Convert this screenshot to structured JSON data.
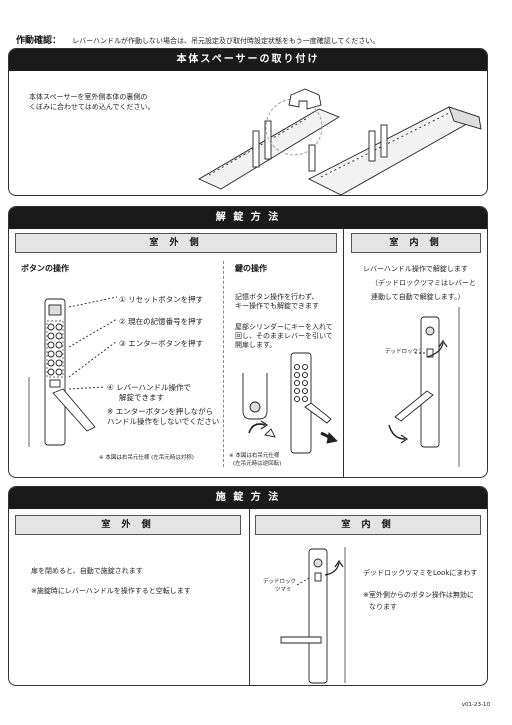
{
  "top": {
    "label": "作動確認：",
    "text": "レバーハンドルが作動しない場合は、吊元設定及び取付時設定状態をもう一度確認してください。"
  },
  "spacer": {
    "title": "本体スペーサーの取り付け",
    "instruction_line1": "本体スペーサーを室外側本体の裏側の",
    "instruction_line2": "くぼみに合わせてはめ込んでください。"
  },
  "unlock": {
    "title": "解 錠 方 法",
    "outdoor_tab": "室 外 側",
    "indoor_tab": "室 内 側",
    "button_op": {
      "heading": "ボタンの操作",
      "step1": "① リセットボタンを押す",
      "step2": "② 現在の記憶番号を押す",
      "step3": "③ エンターボタンを押す",
      "step4_line1": "④ レバーハンドル操作で",
      "step4_line2": "解錠できます",
      "note_line1": "※ エンターボタンを押しながら",
      "note_line2": "ハンドル操作をしないでください",
      "figure_note": "※ 本図は右吊元仕様 (左吊元時は対称)"
    },
    "key_op": {
      "heading": "鍵の操作",
      "p1_line1": "記憶ボタン操作を行わず、",
      "p1_line2": "キー操作でも解錠できます",
      "p2_line1": "屋部シリンダーにキーを入れて",
      "p2_line2": "回し、そのままレバーを引いて",
      "p2_line3": "開扉します。",
      "figure_note_line1": "※ 本図は右吊元仕様",
      "figure_note_line2": "(左吊元時は逆回転)"
    },
    "indoor": {
      "line1": "レバーハンドル操作で解錠します",
      "line2": "（デッドロックツマミはレバーと",
      "line3": "連動して自動で解錠します。）",
      "knob_label": "デッドロックツマミ"
    }
  },
  "lock": {
    "title": "施 錠 方 法",
    "outdoor_tab": "室 外 側",
    "indoor_tab": "室 内 側",
    "outdoor_line1": "扉を閉めると、自動で施錠されます",
    "outdoor_line2": "※施錠時にレバーハンドルを操作すると空転します",
    "knob_label_line1": "デッドロック",
    "knob_label_line2": "ツマミ",
    "indoor_line1": "デッドロックツマミをLookにまわす",
    "indoor_line2": "※室外側からのボタン操作は無効に",
    "indoor_line3": "なります"
  },
  "footer": {
    "code": "v01-23-10"
  }
}
